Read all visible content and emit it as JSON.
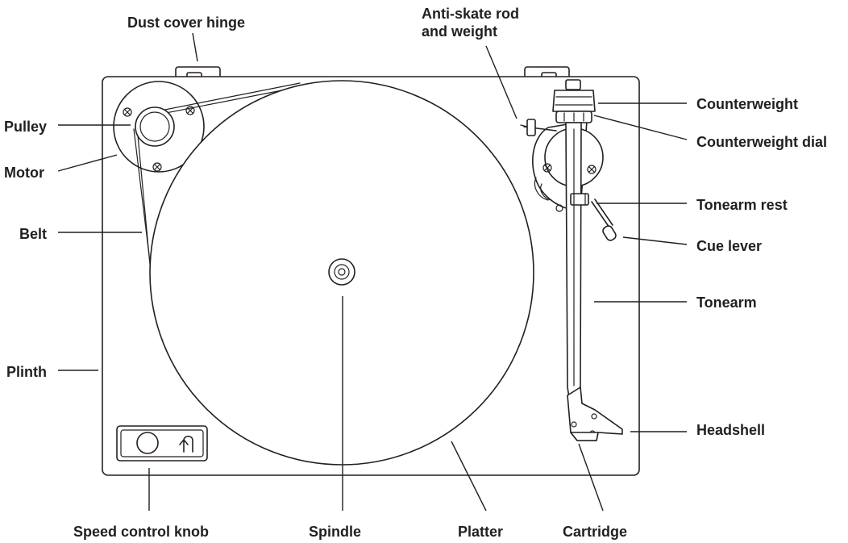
{
  "colors": {
    "ink": "#231f20",
    "background": "#ffffff"
  },
  "labels": {
    "dust_cover_hinge": "Dust cover hinge",
    "anti_skate_line1": "Anti-skate rod",
    "anti_skate_line2": "and weight",
    "counterweight": "Counterweight",
    "counterweight_dial": "Counterweight dial",
    "pulley": "Pulley",
    "motor": "Motor",
    "belt": "Belt",
    "tonearm_rest": "Tonearm rest",
    "cue_lever": "Cue lever",
    "tonearm": "Tonearm",
    "plinth": "Plinth",
    "headshell": "Headshell",
    "speed_control_knob": "Speed control knob",
    "spindle": "Spindle",
    "platter": "Platter",
    "cartridge": "Cartridge"
  },
  "icons": {
    "speed_toggle": "u-turn-arrow-icon"
  }
}
